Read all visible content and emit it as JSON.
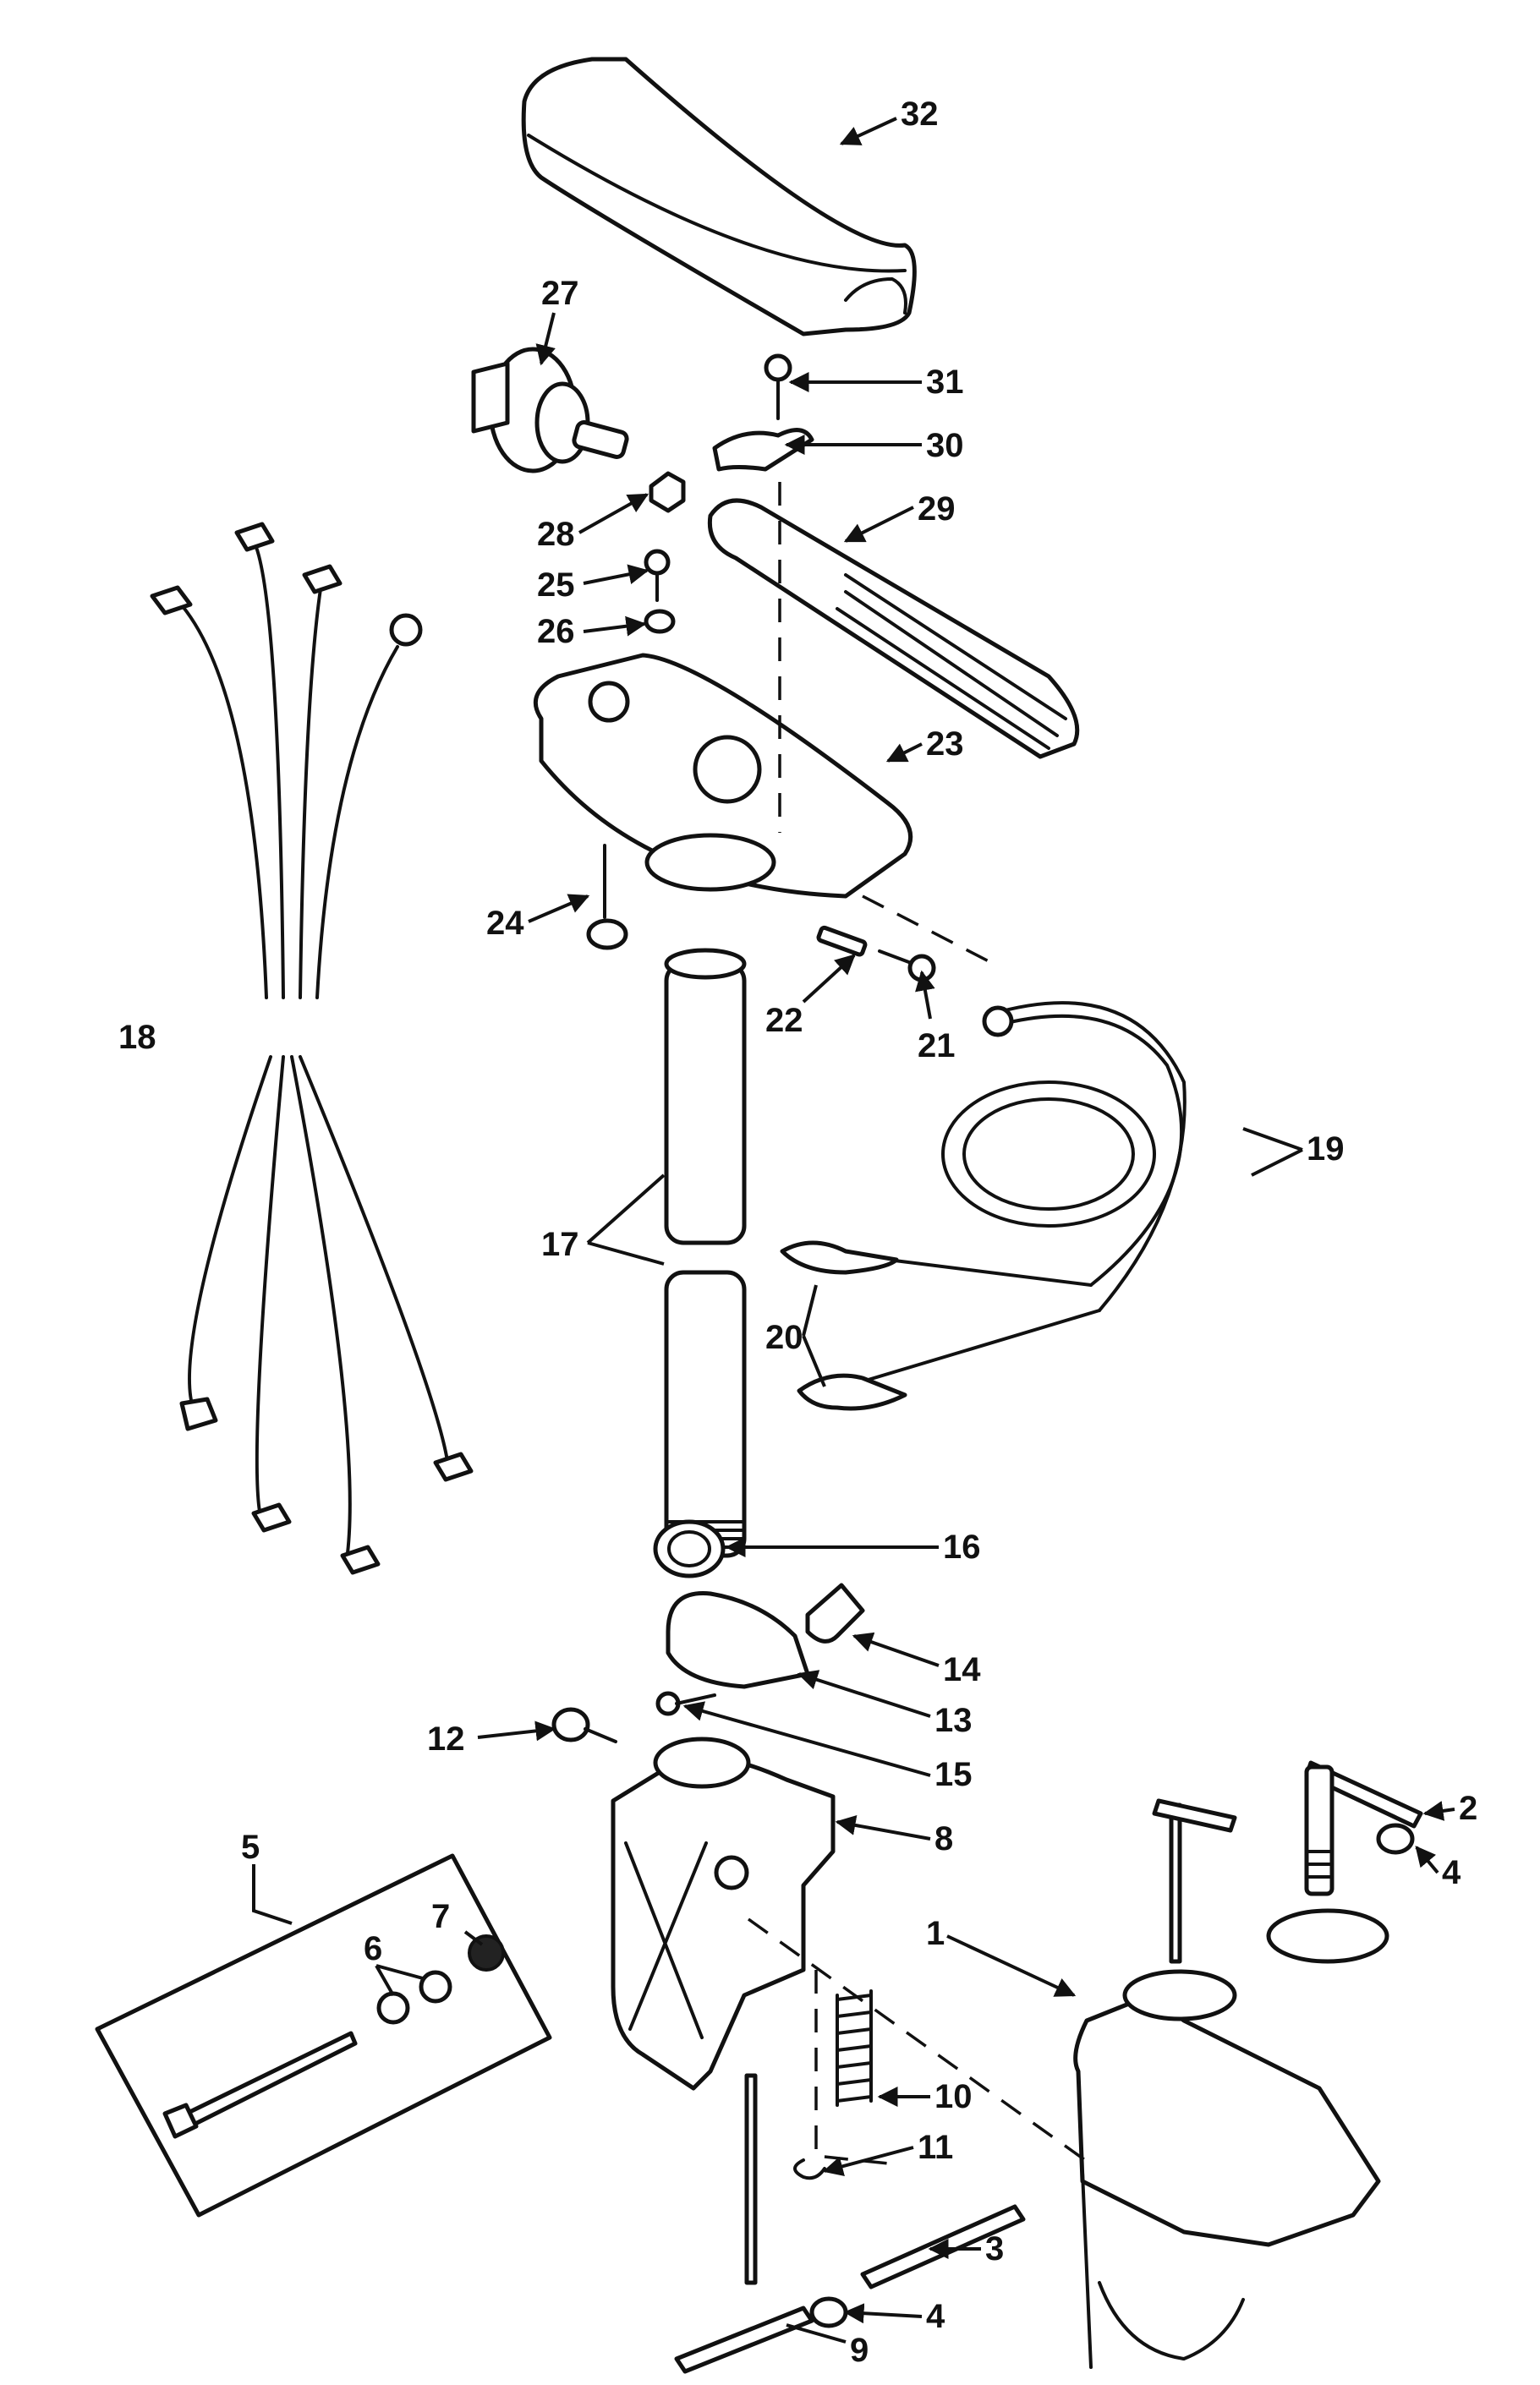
{
  "diagram": {
    "callouts": [
      "1",
      "2",
      "3",
      "4",
      "4",
      "5",
      "6",
      "7",
      "8",
      "9",
      "10",
      "11",
      "12",
      "13",
      "14",
      "15",
      "16",
      "17",
      "18",
      "19",
      "20",
      "21",
      "22",
      "23",
      "24",
      "25",
      "26",
      "27",
      "28",
      "29",
      "30",
      "31",
      "32"
    ]
  }
}
